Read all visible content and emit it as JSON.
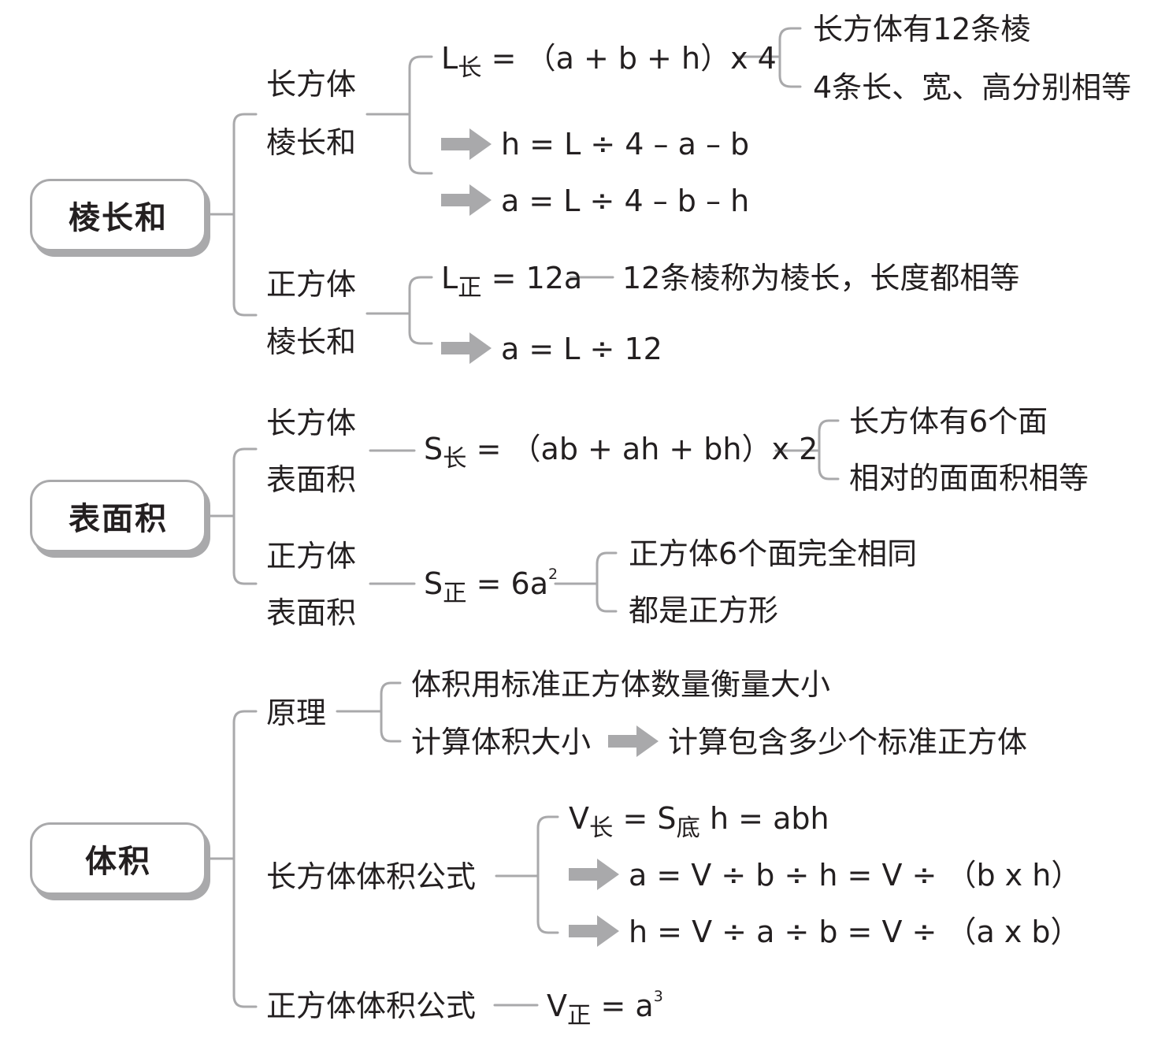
{
  "roots": {
    "edge_sum": "棱长和",
    "surface_area": "表面积",
    "volume": "体积"
  },
  "edge_sum": {
    "cuboid": {
      "label_line1": "长方体",
      "label_line2": "棱长和",
      "formula_L": "L",
      "formula_sub": "长",
      "formula_rest": " = （a + b + h）x 4",
      "notes": [
        "长方体有12条棱",
        "4条长、宽、高分别相等"
      ],
      "derived": [
        "h = L ÷ 4 – a – b",
        "a = L ÷ 4 – b – h"
      ]
    },
    "cube": {
      "label_line1": "正方体",
      "label_line2": "棱长和",
      "formula_L": "L",
      "formula_sub": "正",
      "formula_rest": " = 12a",
      "note": "12条棱称为棱长，长度都相等",
      "derived": "a = L ÷ 12"
    }
  },
  "surface_area": {
    "cuboid": {
      "label_line1": "长方体",
      "label_line2": "表面积",
      "formula_S": "S",
      "formula_sub": "长",
      "formula_rest": " = （ab + ah + bh）x 2",
      "notes": [
        "长方体有6个面",
        "相对的面面积相等"
      ]
    },
    "cube": {
      "label_line1": "正方体",
      "label_line2": "表面积",
      "formula_S": "S",
      "formula_sub": "正",
      "formula_rest": " = 6a",
      "formula_sup": "2",
      "notes": [
        "正方体6个面完全相同",
        "都是正方形"
      ]
    }
  },
  "volume": {
    "principle": {
      "label": "原理",
      "items": [
        "体积用标准正方体数量衡量大小",
        "计算体积大小"
      ],
      "result": "计算包含多少个标准正方体"
    },
    "cuboid": {
      "label": "长方体体积公式",
      "formula_V": "V",
      "formula_sub": "长",
      "formula_mid": " = S",
      "formula_sub2": "底",
      "formula_rest": " h = abh",
      "derived": [
        "a = V ÷ b ÷ h = V ÷ （b x h）",
        "h = V ÷ a ÷ b = V ÷ （a x b）"
      ]
    },
    "cube": {
      "label": "正方体体积公式",
      "formula_V": "V",
      "formula_sub": "正",
      "formula_rest": " = a",
      "formula_sup": "3"
    }
  },
  "colors": {
    "line": "#a9a9ab",
    "arrow": "#a9a9ab",
    "text": "#231f20"
  }
}
